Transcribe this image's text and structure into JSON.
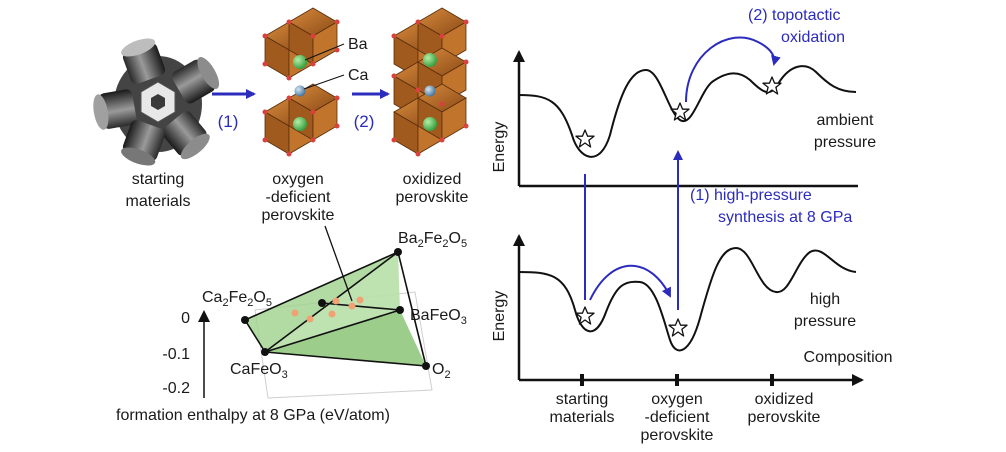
{
  "colors": {
    "blue": "#2b2bbd",
    "octahedron": "#b2621f",
    "ba_atom": "#3bb54a",
    "ca_atom": "#5a8fb5",
    "oxygen": "#d9413c",
    "phase_fill": "#93cc82",
    "phase_point": "#f0a274"
  },
  "schematic": {
    "step1": "(1)",
    "step2": "(2)",
    "ba_label": "Ba",
    "ca_label": "Ca",
    "starting_line1": "starting",
    "starting_line2": "materials",
    "deficient_line1": "oxygen",
    "deficient_line2": "-deficient",
    "deficient_line3": "perovskite",
    "oxidized_line1": "oxidized",
    "oxidized_line2": "perovskite"
  },
  "phase_diagram": {
    "vertices": {
      "ba2fe2o5": "Ba2Fe2O5",
      "ca2fe2o5": "Ca2Fe2O5",
      "bafeo3": "BaFeO3",
      "cafeo3": "CaFeO3",
      "o2": "O2"
    },
    "ticks": [
      "0",
      "-0.1",
      "-0.2"
    ],
    "axis_label": "formation enthalpy at 8 GPa (eV/atom)"
  },
  "energy": {
    "y_label_top": "Energy",
    "y_label_bottom": "Energy",
    "ambient_line1": "ambient",
    "ambient_line2": "pressure",
    "high_line1": "high",
    "high_line2": "pressure",
    "x_label": "Composition",
    "step2_line1": "(2) topotactic",
    "step2_line2": "oxidation",
    "step1_line1": "(1) high-pressure",
    "step1_line2": "synthesis at 8 GPa",
    "x_ticks": {
      "starting_line1": "starting",
      "starting_line2": "materials",
      "deficient_line1": "oxygen",
      "deficient_line2": "-deficient",
      "deficient_line3": "perovskite",
      "oxidized_line1": "oxidized",
      "oxidized_line2": "perovskite"
    }
  }
}
